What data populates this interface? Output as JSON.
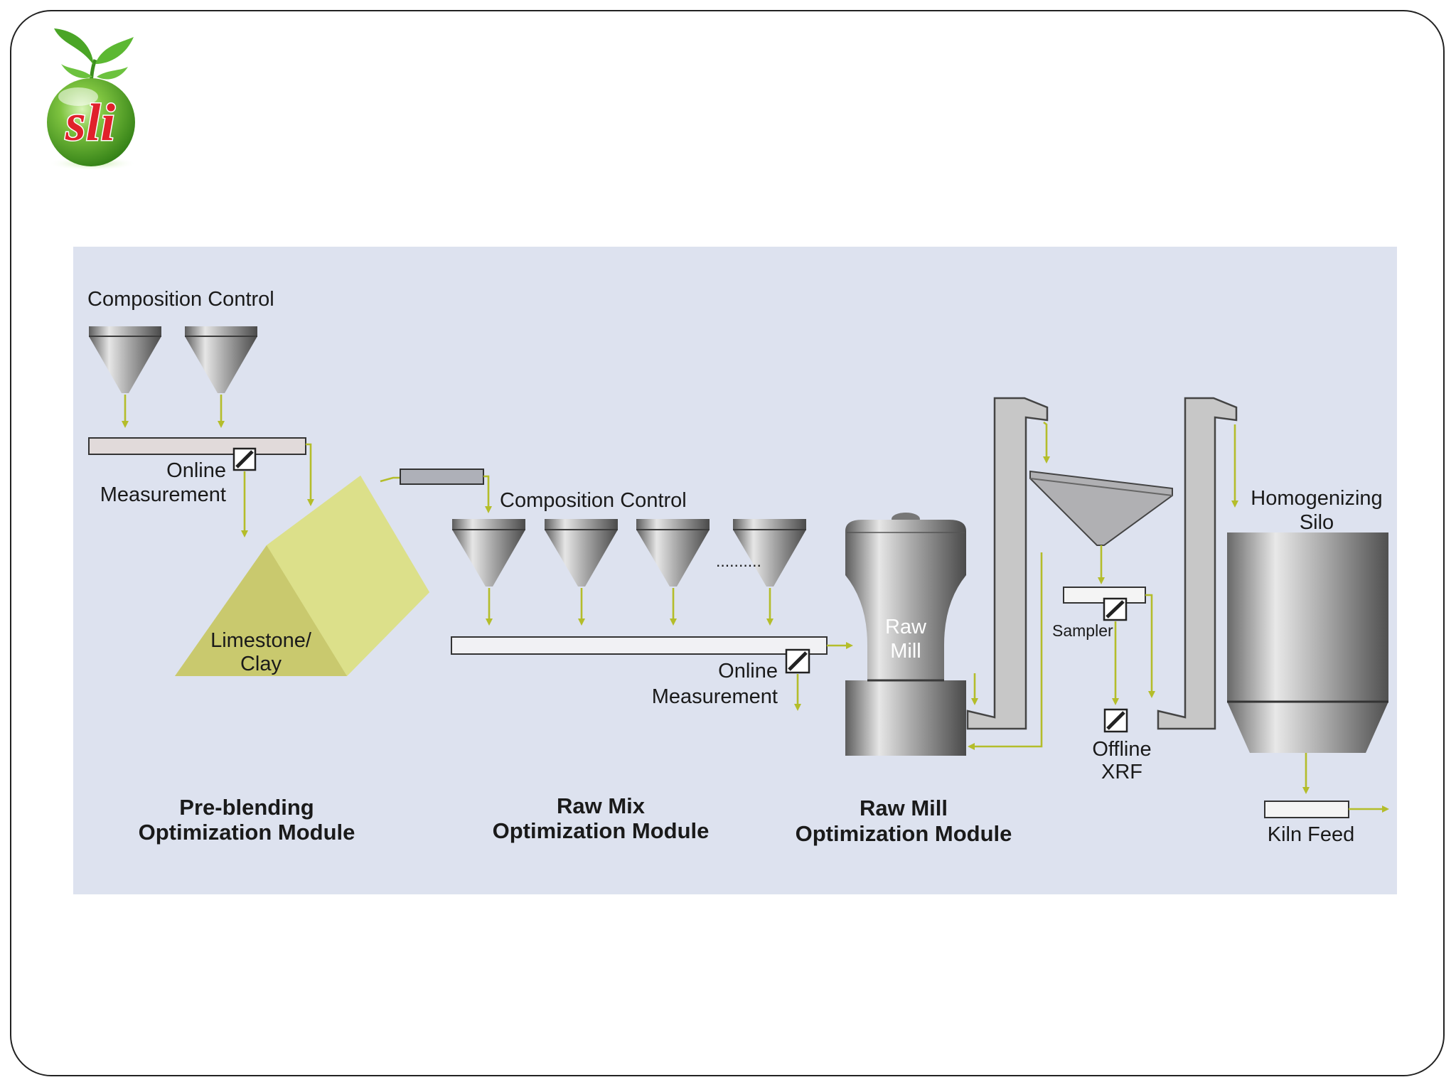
{
  "colors": {
    "panel_bg": "#dde2ef",
    "flow_arrow": "#b4bd2a",
    "stockpile": "#d8dc7e",
    "logo_red": "#e0212b",
    "logo_green": "#4da82a"
  },
  "logo": {
    "text": "sli",
    "icon": "plant-globe-logo-icon"
  },
  "labels": {
    "composition_control_1": "Composition Control",
    "online_measurement_1_line1": "Online",
    "online_measurement_1_line2": "Measurement",
    "stockpile_line1": "Limestone/",
    "stockpile_line2": "Clay",
    "composition_control_2": "Composition Control",
    "dots": "..........",
    "online_measurement_2_line1": "Online",
    "online_measurement_2_line2": "Measurement",
    "raw_mill_line1": "Raw",
    "raw_mill_line2": "Mill",
    "sampler": "Sampler",
    "offline_xrf_line1": "Offline",
    "offline_xrf_line2": "XRF",
    "silo_line1": "Homogenizing",
    "silo_line2": "Silo",
    "kiln_feed": "Kiln Feed"
  },
  "modules": [
    {
      "line1": "Pre-blending",
      "line2": "Optimization Module"
    },
    {
      "line1": "Raw Mix",
      "line2": "Optimization Module"
    },
    {
      "line1": "Raw Mill",
      "line2": "Optimization Module"
    }
  ]
}
